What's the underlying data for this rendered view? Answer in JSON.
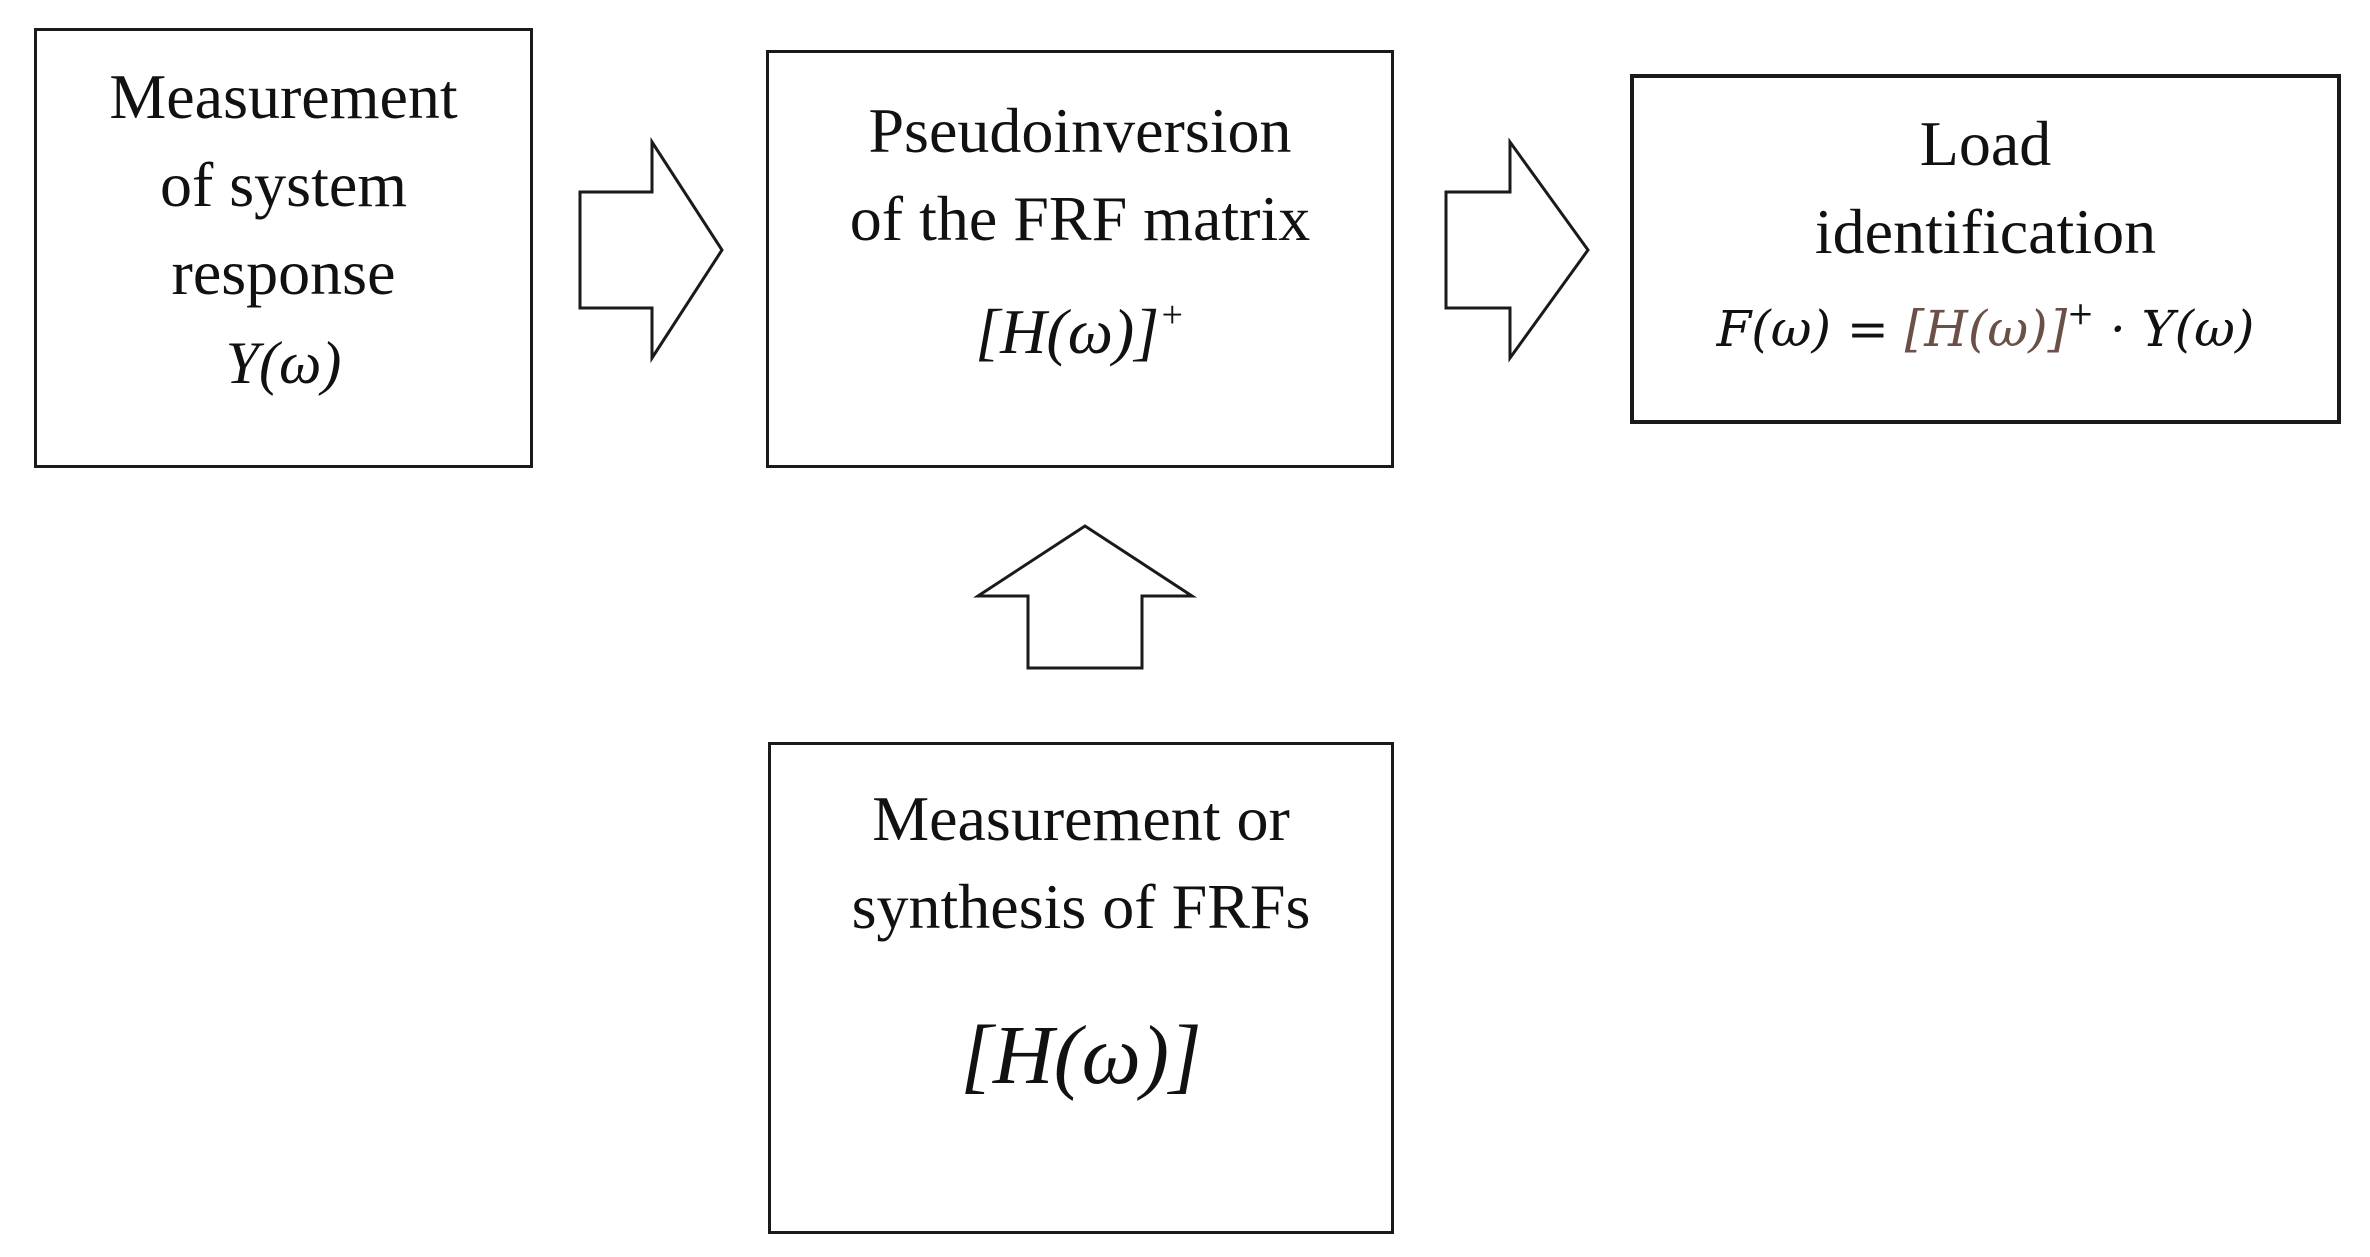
{
  "boxes": {
    "measure_response": {
      "title": "Measurement\nof system\nresponse",
      "math": "Y(ω)"
    },
    "pseudoinverse": {
      "title": "Pseudoinversion\nof the FRF matrix",
      "math": "[H(ω)]",
      "math_sup": "+"
    },
    "load_identification": {
      "title": "Load\nidentification",
      "eq_lhs": "F(ω) = ",
      "eq_mid": "[H(ω)]",
      "eq_sup": "+",
      "eq_rhs": " · Y(ω)"
    },
    "frf_source": {
      "title": "Measurement or\nsynthesis of FRFs",
      "math": "[H(ω)]"
    }
  },
  "colors": {
    "stroke": "#1a1a1a",
    "equation_accent": "#6b5048"
  }
}
